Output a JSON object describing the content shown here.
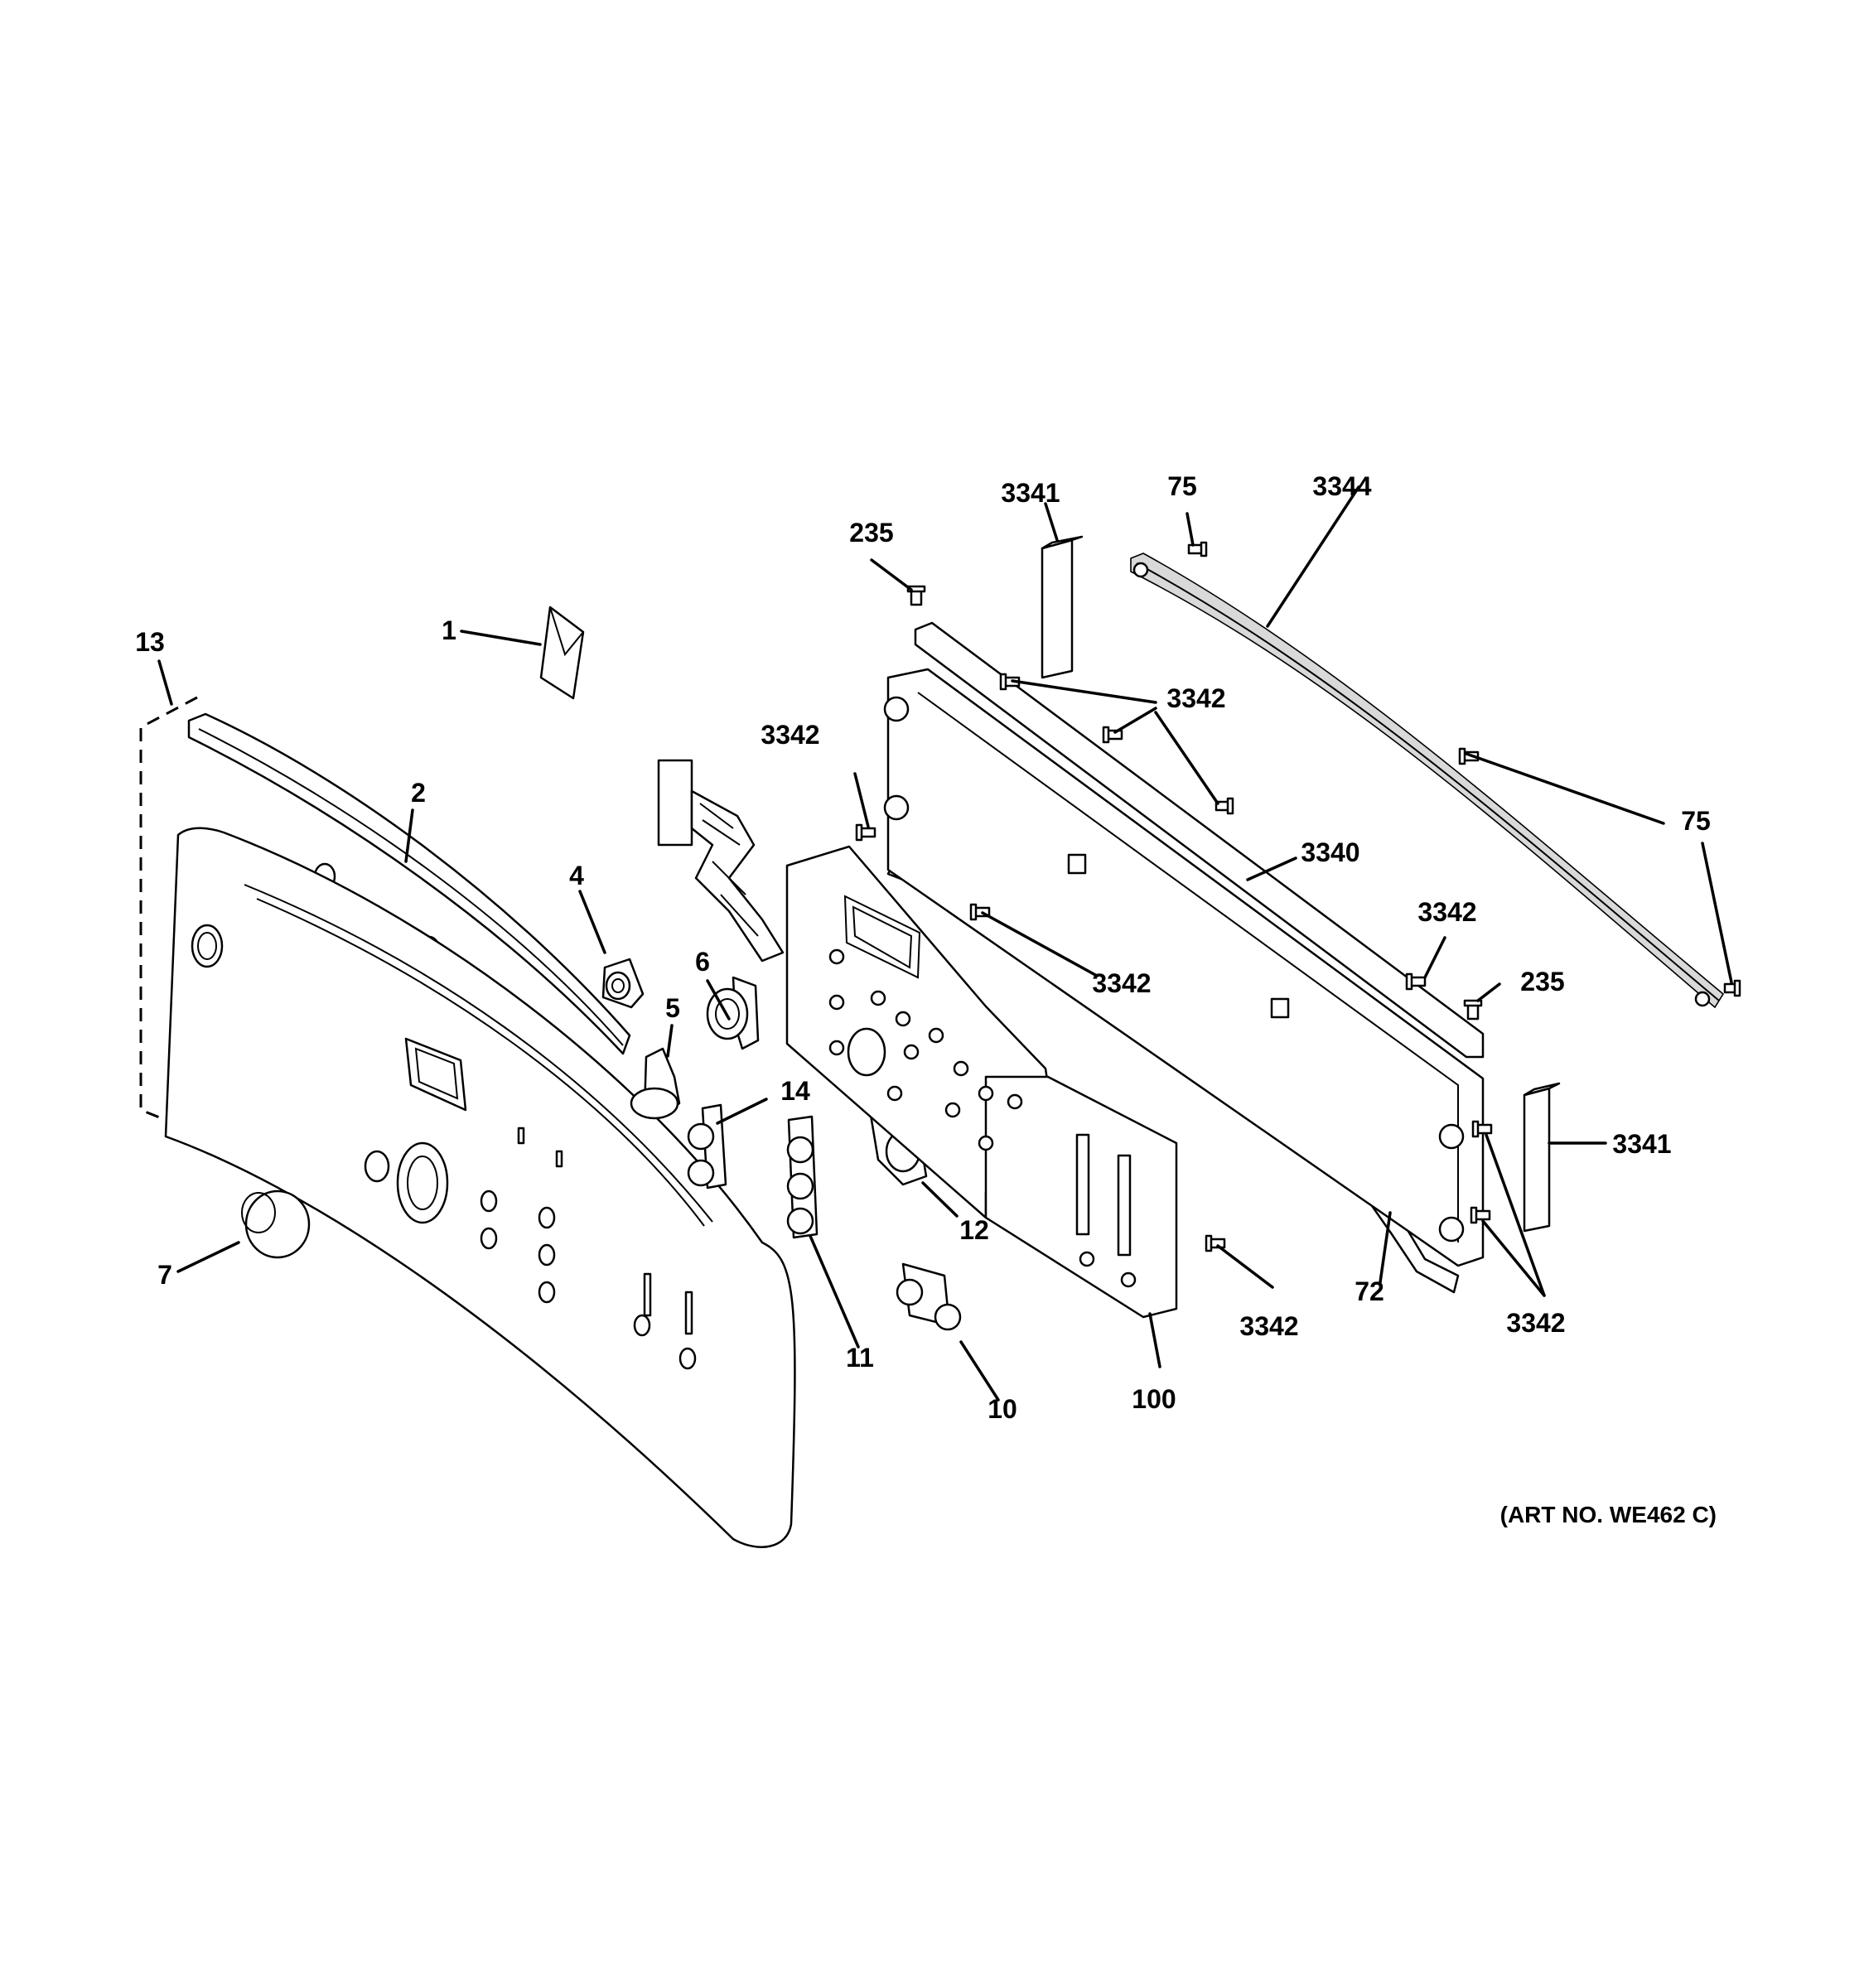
{
  "diagram": {
    "labels": {
      "p1": "1",
      "p2": "2",
      "p4": "4",
      "p5": "5",
      "p6": "6",
      "p7": "7",
      "p10": "10",
      "p11": "11",
      "p12": "12",
      "p13": "13",
      "p14": "14",
      "p72": "72",
      "p75a": "75",
      "p75b": "75",
      "p100": "100",
      "p235a": "235",
      "p235b": "235",
      "p3340": "3340",
      "p3341a": "3341",
      "p3341b": "3341",
      "p3342a": "3342",
      "p3342b": "3342",
      "p3342c": "3342",
      "p3342d": "3342",
      "p3342e": "3342",
      "p3342f": "3342",
      "p3344": "3344"
    },
    "art_number": "(ART NO. WE462 C)"
  }
}
